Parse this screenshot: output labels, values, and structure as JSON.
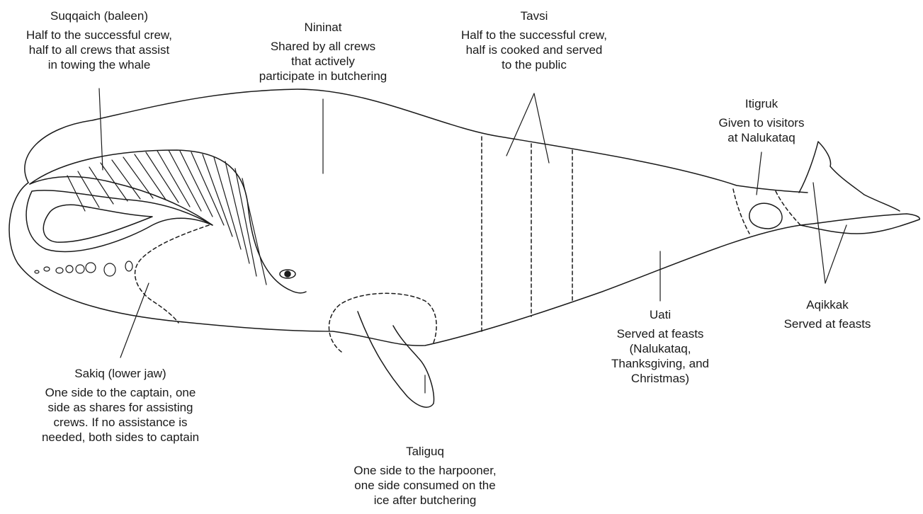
{
  "labels": {
    "suqqaich": {
      "name": "Suqqaich (baleen)",
      "desc": "Half to the successful crew,\nhalf to all crews that assist\nin towing the whale"
    },
    "nininat": {
      "name": "Nininat",
      "desc": "Shared by all crews\nthat actively\nparticipate in butchering"
    },
    "tavsi": {
      "name": "Tavsi",
      "desc": "Half to the successful crew,\nhalf is cooked and served\nto the public"
    },
    "itigruk": {
      "name": "Itigruk",
      "desc": "Given to visitors\nat Nalukataq"
    },
    "aqikkak": {
      "name": "Aqikkak",
      "desc": "Served at feasts"
    },
    "uati": {
      "name": "Uati",
      "desc": "Served at feasts\n(Nalukataq,\nThanksgiving, and\nChristmas)"
    },
    "sakiq": {
      "name": "Sakiq (lower jaw)",
      "desc": "One side to the captain, one\nside as shares for assisting\ncrews. If no assistance is\nneeded, both sides to captain"
    },
    "taliguq": {
      "name": "Taliguq",
      "desc": "One side to the harpooner,\none side consumed on the\nice after butchering"
    }
  },
  "colors": {
    "line": "#1a1a1a",
    "background": "#ffffff"
  }
}
